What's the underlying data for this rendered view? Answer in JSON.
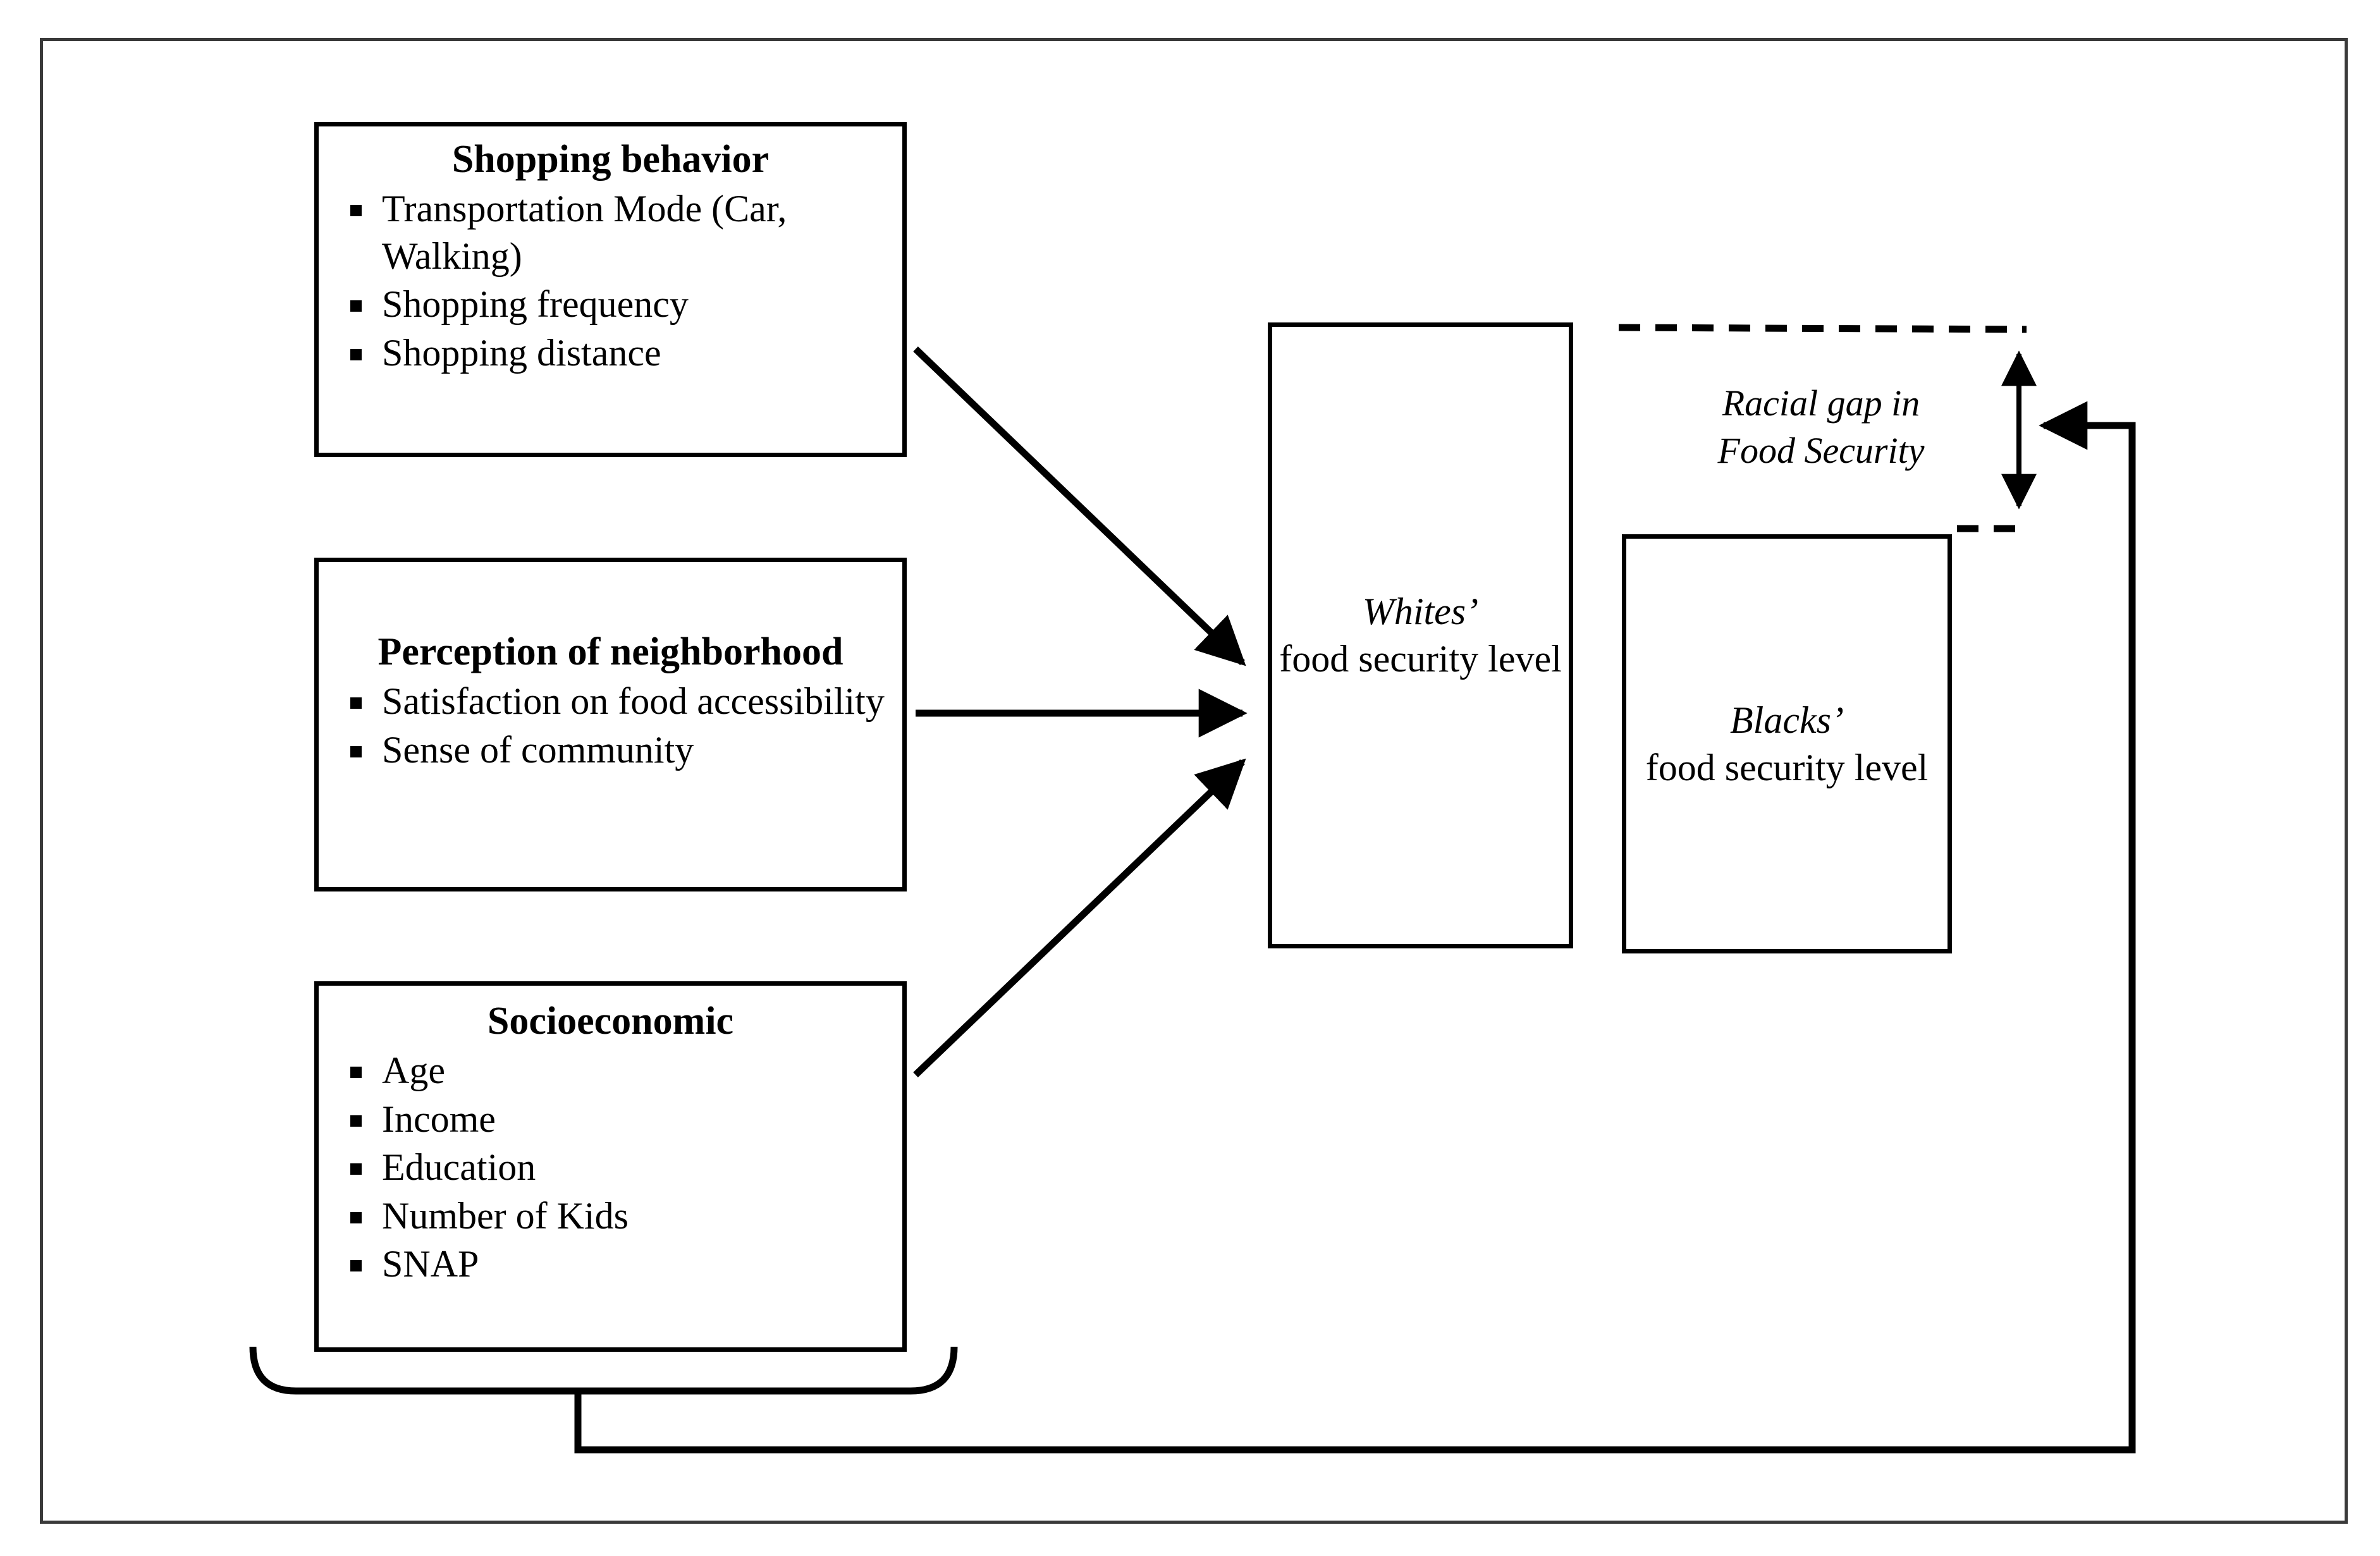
{
  "figure": {
    "type": "conceptual-framework-diagram",
    "border_color": "#3a3a3a",
    "line_color": "#000000",
    "background": "#ffffff"
  },
  "predictor_boxes": [
    {
      "id": "shopping-behavior",
      "title": "Shopping behavior",
      "items": [
        "Transportation Mode (Car, Walking)",
        "Shopping frequency",
        "Shopping distance"
      ]
    },
    {
      "id": "perception-of-neighborhood",
      "title": "Perception of neighborhood",
      "items": [
        "Satisfaction on food accessibility",
        "Sense of community"
      ]
    },
    {
      "id": "socioeconomic",
      "title": "Socioeconomic",
      "items": [
        "Age",
        "Income",
        "Education",
        "Number of Kids",
        "SNAP"
      ]
    }
  ],
  "outcome_boxes": [
    {
      "id": "whites-food-security",
      "possessive": "Whites’",
      "rest": "food security level"
    },
    {
      "id": "blacks-food-security",
      "possessive": "Blacks’",
      "rest": "food security level"
    }
  ],
  "gap_annotation": {
    "line1": "Racial gap in",
    "line2": "Food Security"
  },
  "connectors": {
    "arrow_shopping_to_whites": "diagonal arrow from Shopping behavior box to Whites food security level",
    "arrow_perception_to_whites": "horizontal arrow from Perception of neighborhood box to Whites food security level",
    "arrow_socioeconomic_to_whites": "diagonal arrow from Socioeconomic box to Whites food security level",
    "gap_double_arrow": "vertical double-headed arrow measuring racial gap",
    "feedback_arrow": "feedback arrow from grouped predictors to racial gap",
    "grouping_brace": "curly brace grouping the three predictor boxes"
  }
}
